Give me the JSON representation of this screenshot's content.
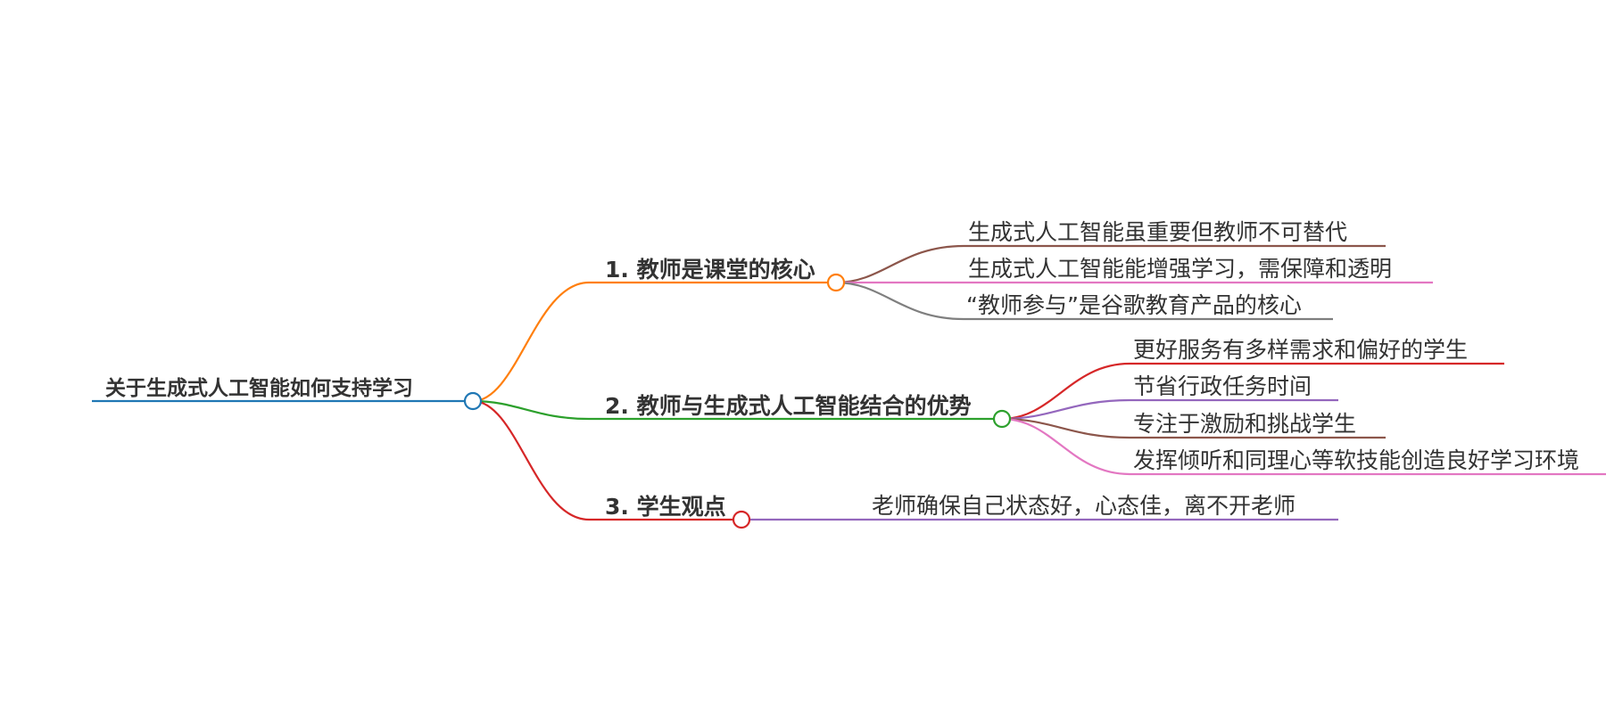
{
  "root": {
    "label": "关于生成式人工智能如何支持学习",
    "color": "#1f77b4"
  },
  "branches": [
    {
      "label": "1. 教师是课堂的核心",
      "color": "#ff7f0e",
      "children": [
        {
          "label": "生成式人工智能虽重要但教师不可替代",
          "color": "#8c564b"
        },
        {
          "label": "生成式人工智能能增强学习，需保障和透明",
          "color": "#e377c2"
        },
        {
          "label": "“教师参与”是谷歌教育产品的核心",
          "color": "#7f7f7f"
        }
      ]
    },
    {
      "label": "2. 教师与生成式人工智能结合的优势",
      "color": "#2ca02c",
      "children": [
        {
          "label": "更好服务有多样需求和偏好的学生",
          "color": "#d62728"
        },
        {
          "label": "节省行政任务时间",
          "color": "#9467bd"
        },
        {
          "label": "专注于激励和挑战学生",
          "color": "#8c564b"
        },
        {
          "label": "发挥倾听和同理心等软技能创造良好学习环境",
          "color": "#e377c2"
        }
      ]
    },
    {
      "label": "3. 学生观点",
      "color": "#d62728",
      "children": [
        {
          "label": "老师确保自己状态好，心态佳，离不开老师",
          "color": "#9467bd"
        }
      ]
    }
  ]
}
